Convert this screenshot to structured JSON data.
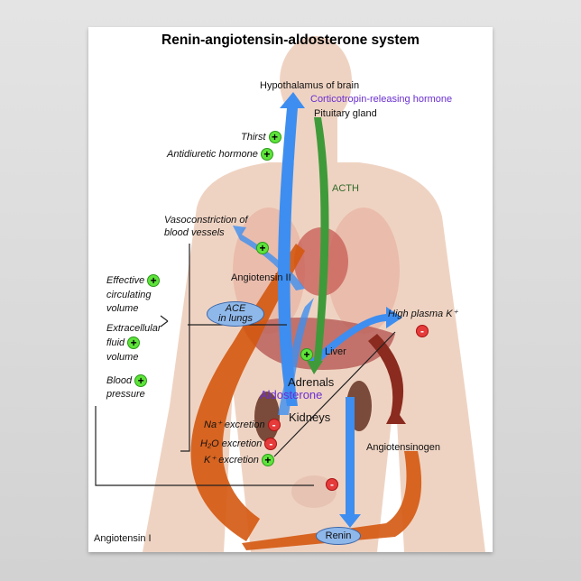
{
  "title": "Renin-angiotensin-aldosterone system",
  "labels": {
    "hypothalamus": "Hypothalamus of brain",
    "crh": "Corticotropin-releasing hormone",
    "pituitary": "Pituitary gland",
    "thirst": "Thirst",
    "adh": "Antidiuretic hormone",
    "acth": "ACTH",
    "vasoconstriction_1": "Vasoconstriction of",
    "vasoconstriction_2": "blood vessels",
    "angiotensin_ii": "Angiotensin II",
    "ace_1": "ACE",
    "ace_2": "in lungs",
    "effective_1": "Effective",
    "effective_2": "circulating",
    "effective_3": "volume",
    "ecf_1": "Extracellular",
    "ecf_2": "fluid",
    "ecf_3": "volume",
    "bp_1": "Blood",
    "bp_2": "pressure",
    "high_k": "High plasma K⁺",
    "liver": "Liver",
    "adrenals": "Adrenals",
    "aldosterone": "Aldosterone",
    "kidneys": "Kidneys",
    "na_excretion": "Na⁺ excretion",
    "h2o_excretion": "H₂O excretion",
    "k_excretion": "K⁺ excretion",
    "angiotensinogen": "Angiotensinogen",
    "renin": "Renin",
    "angiotensin_i": "Angiotensin I"
  },
  "signs": {
    "plus": "+",
    "minus": "-"
  },
  "colors": {
    "blue_arrow": "#3d8ef0",
    "green_arrow": "#3f9a3a",
    "orange_arrow": "#d4580f",
    "dark_red_arrow": "#8b2a1e",
    "purple": "#6a2fd0",
    "body": "#efd2c0"
  }
}
